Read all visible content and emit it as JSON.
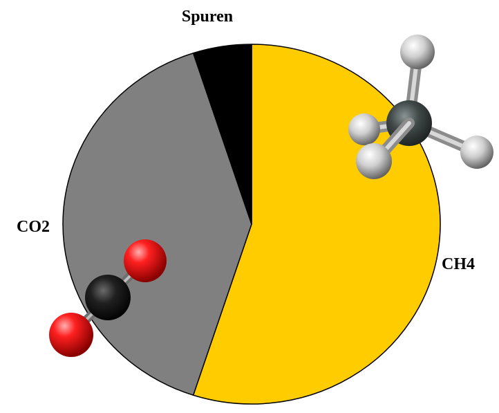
{
  "chart_data": {
    "type": "pie",
    "categories": [
      "CH4",
      "CO2",
      "Spuren"
    ],
    "values": [
      55,
      40,
      5
    ],
    "colors": [
      "#ffcc00",
      "#808080",
      "#000000"
    ],
    "start_angle_deg": 0,
    "direction": "clockwise",
    "title": "",
    "legend": "none"
  },
  "decorations": {
    "ch4": "methane-molecule-icon",
    "co2": "carbon-dioxide-molecule-icon"
  }
}
